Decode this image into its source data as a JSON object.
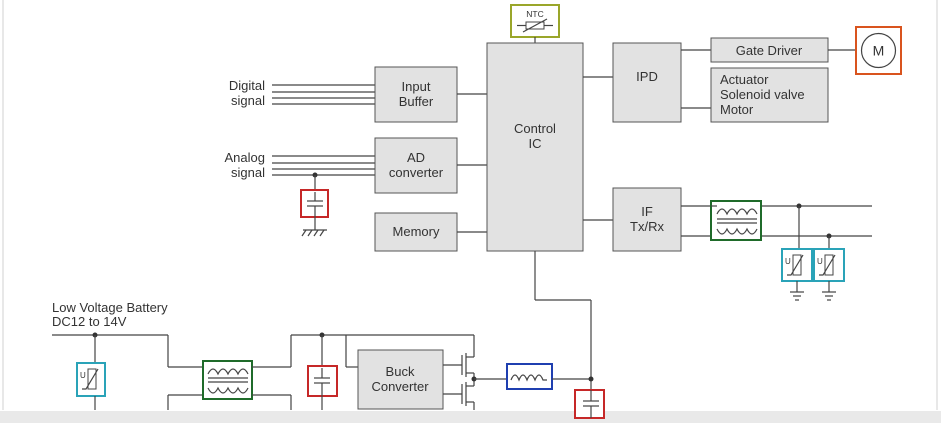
{
  "colors": {
    "block_fill": "#e2e2e2",
    "line": "#444444",
    "ntc_frame": "#9aa62a",
    "motor_frame": "#d9541e",
    "capacitor_frame": "#c62828",
    "varistor_frame": "#2aa3b8",
    "common_mode_choke_frame": "#1f6b2a",
    "inductor_frame": "#1f3fb0",
    "bottom_band": "#e9e9e9"
  },
  "labels": {
    "digital_signal": [
      "Digital",
      "signal"
    ],
    "analog_signal": [
      "Analog",
      "signal"
    ],
    "input_buffer": [
      "Input",
      "Buffer"
    ],
    "ad_converter": [
      "AD",
      "converter"
    ],
    "memory": "Memory",
    "control_ic": [
      "Control",
      "IC"
    ],
    "ntc": "NTC",
    "ipd": "IPD",
    "gate_driver": "Gate Driver",
    "motor_symbol": "M",
    "actuator": [
      "Actuator",
      "Solenoid valve",
      "Motor"
    ],
    "if_txrx": [
      "IF",
      "Tx/Rx"
    ],
    "battery": [
      "Low Voltage Battery",
      "DC12 to 14V"
    ],
    "buck_converter": [
      "Buck",
      "Converter"
    ]
  }
}
